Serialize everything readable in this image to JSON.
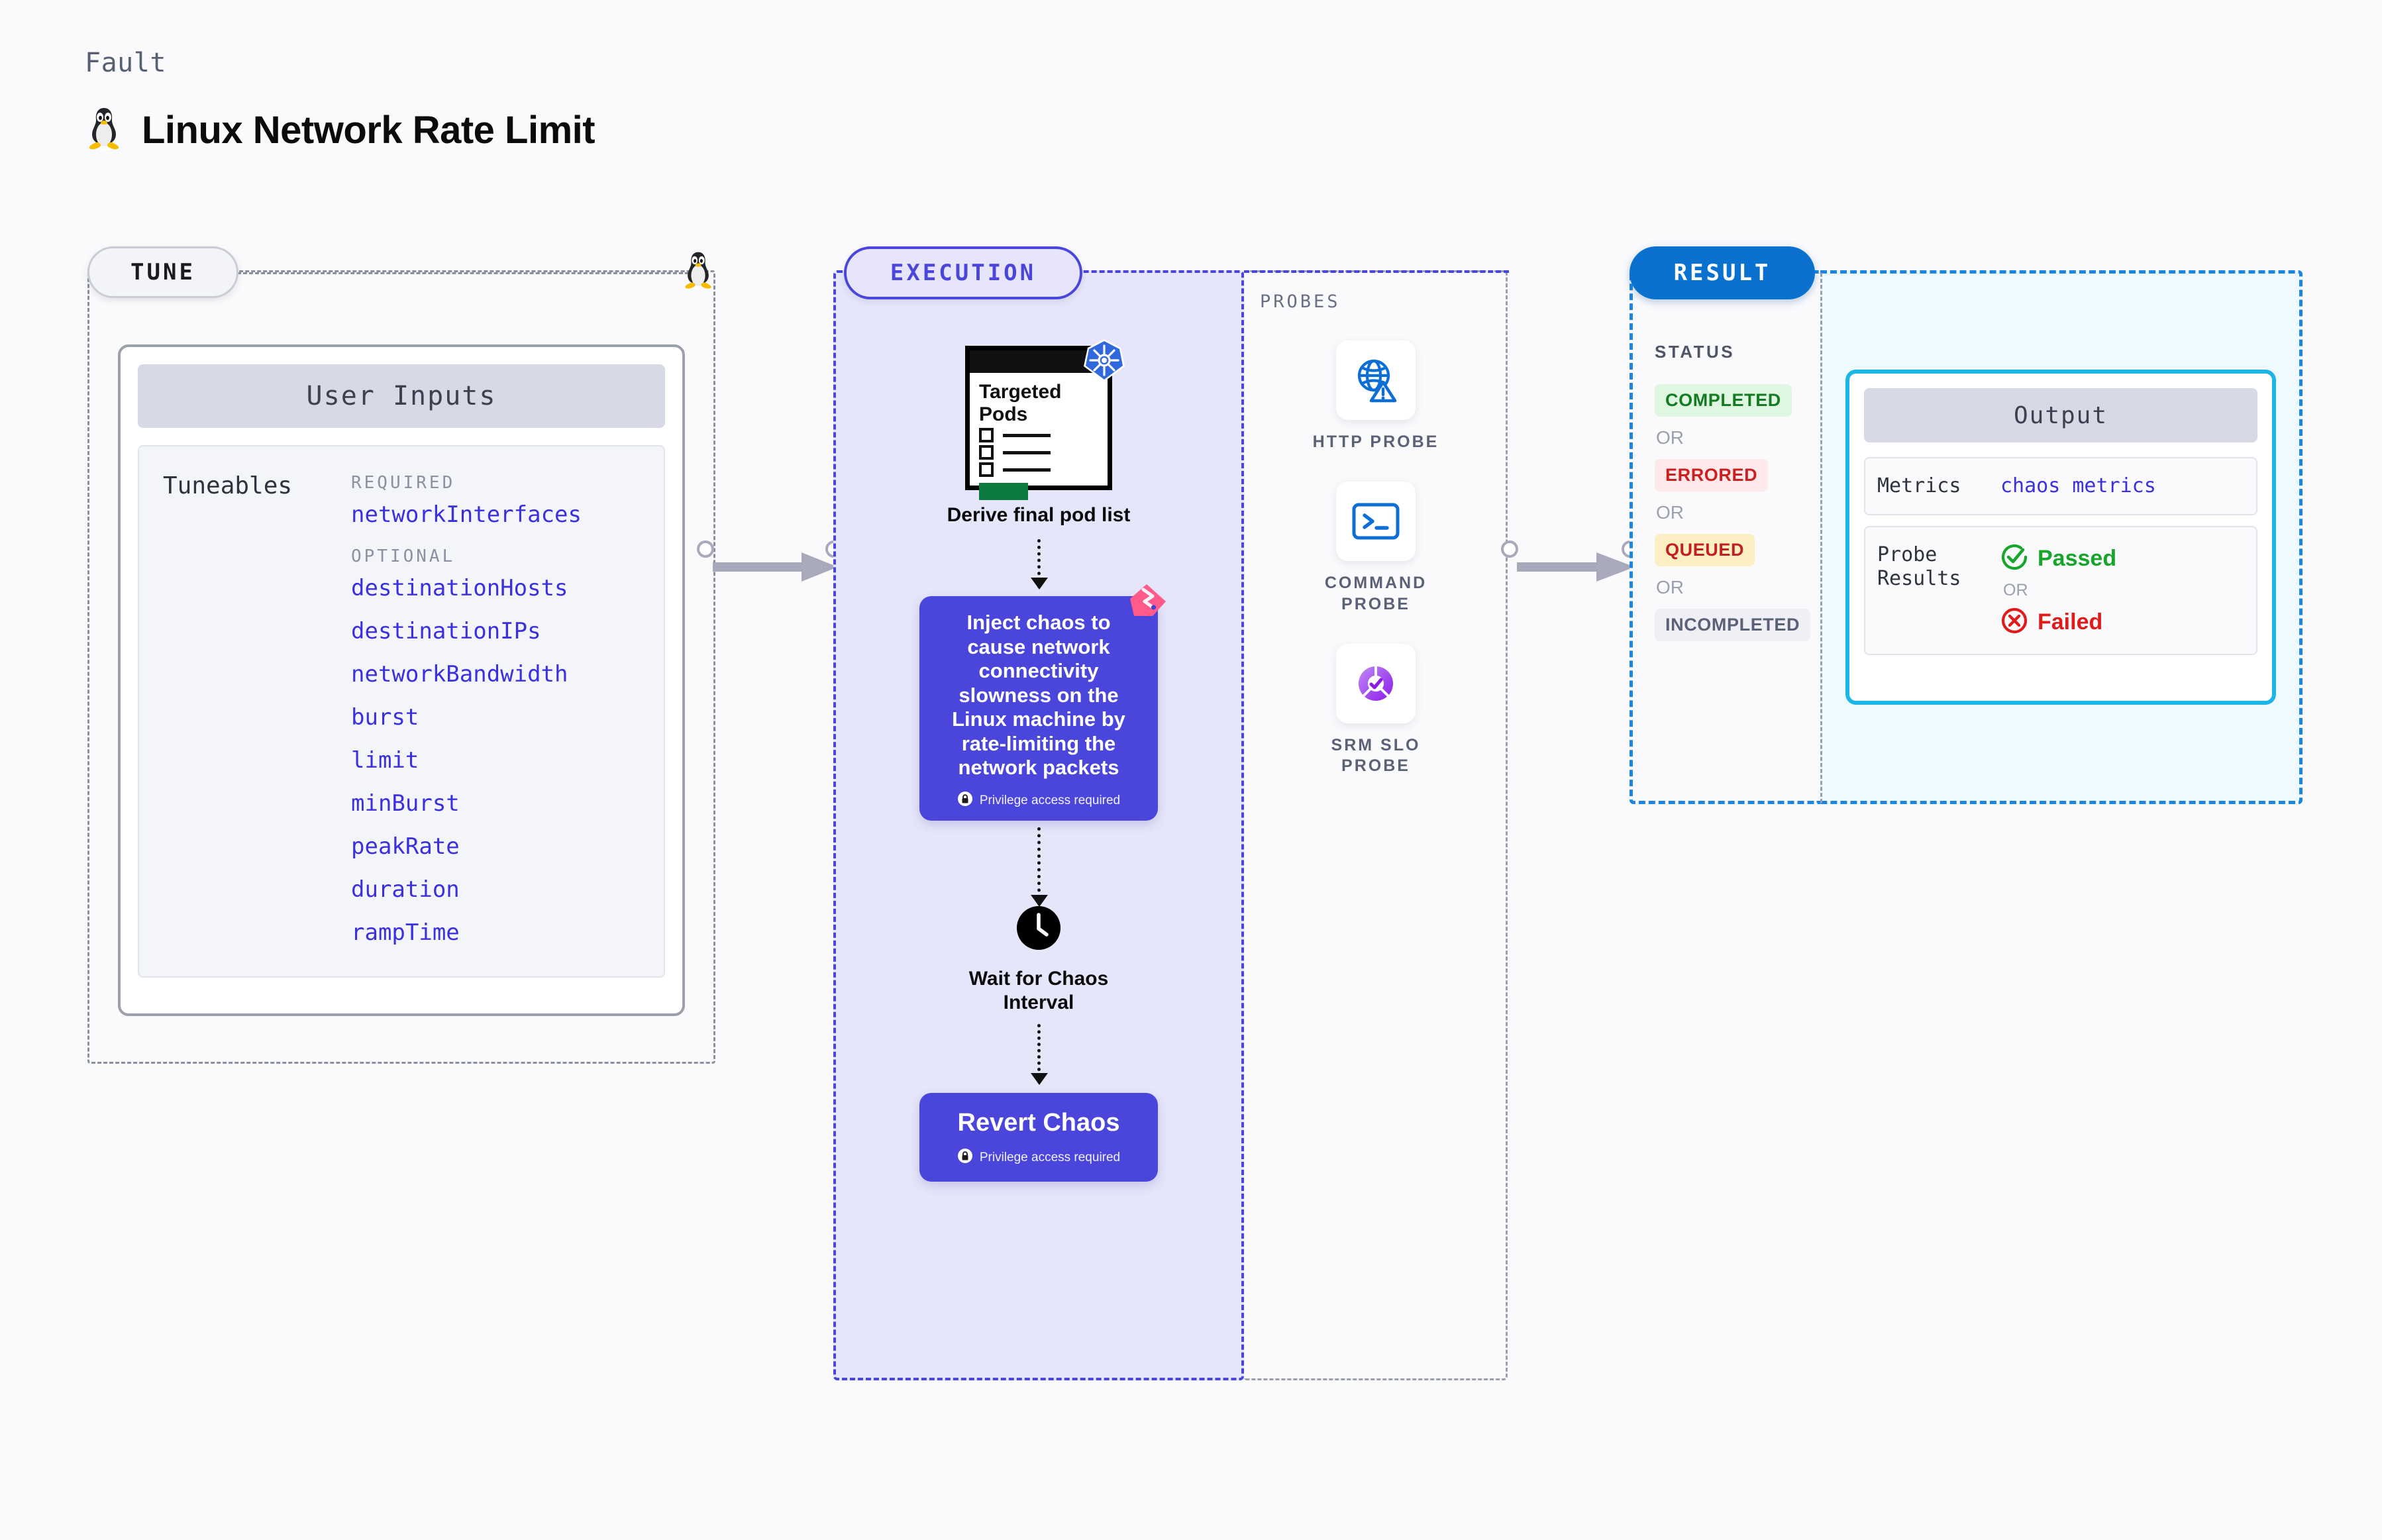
{
  "header": {
    "kicker": "Fault",
    "title": "Linux Network Rate Limit",
    "icon": "linux-penguin-icon"
  },
  "tune": {
    "pill_label": "TUNE",
    "card_title": "User Inputs",
    "tuneables_label": "Tuneables",
    "groups": [
      {
        "title": "REQUIRED",
        "items": [
          "networkInterfaces"
        ]
      },
      {
        "title": "OPTIONAL",
        "items": [
          "destinationHosts",
          "destinationIPs",
          "networkBandwidth",
          "burst",
          "limit",
          "minBurst",
          "peakRate",
          "duration",
          "rampTime"
        ]
      }
    ]
  },
  "execution": {
    "pill_label": "EXECUTION",
    "pods_card": {
      "title_line1": "Targeted",
      "title_line2": "Pods",
      "badge_icon": "kubernetes-icon"
    },
    "steps": [
      {
        "caption": "Derive final pod list"
      },
      {
        "text": "Inject chaos to cause network connectivity slowness on the Linux machine by rate-limiting the network packets",
        "privilege": "Privilege access required",
        "badge_icon": "litmuschaos-icon"
      },
      {
        "caption_line1": "Wait for Chaos",
        "caption_line2": "Interval",
        "icon": "clock-icon"
      },
      {
        "text": "Revert Chaos",
        "privilege": "Privilege access required"
      }
    ]
  },
  "probes": {
    "label": "PROBES",
    "items": [
      {
        "name_line1": "HTTP  PROBE",
        "name_line2": "",
        "icon": "globe-warning-icon"
      },
      {
        "name_line1": "COMMAND",
        "name_line2": "PROBE",
        "icon": "terminal-icon"
      },
      {
        "name_line1": "SRM  SLO",
        "name_line2": "PROBE",
        "icon": "slo-donut-check-icon"
      }
    ]
  },
  "result": {
    "pill_label": "RESULT",
    "status_label": "STATUS",
    "or_label": "OR",
    "statuses": [
      "COMPLETED",
      "ERRORED",
      "QUEUED",
      "INCOMPLETED"
    ],
    "output": {
      "title": "Output",
      "metrics_key": "Metrics",
      "metrics_value": "chaos metrics",
      "probe_key_line1": "Probe",
      "probe_key_line2": "Results",
      "passed_label": "Passed",
      "failed_label": "Failed",
      "or_label": "OR"
    }
  },
  "colors": {
    "accent_indigo": "#4A46DB",
    "accent_blue": "#0A72CE",
    "accent_cyan": "#1BB5E8",
    "token_violet": "#3A30E0",
    "success_green": "#17A52B",
    "error_red": "#E01B1B",
    "warn_yellow": "#FCEFC4",
    "exec_fill": "#E6E6FA",
    "output_fill": "#EFFAFE"
  }
}
